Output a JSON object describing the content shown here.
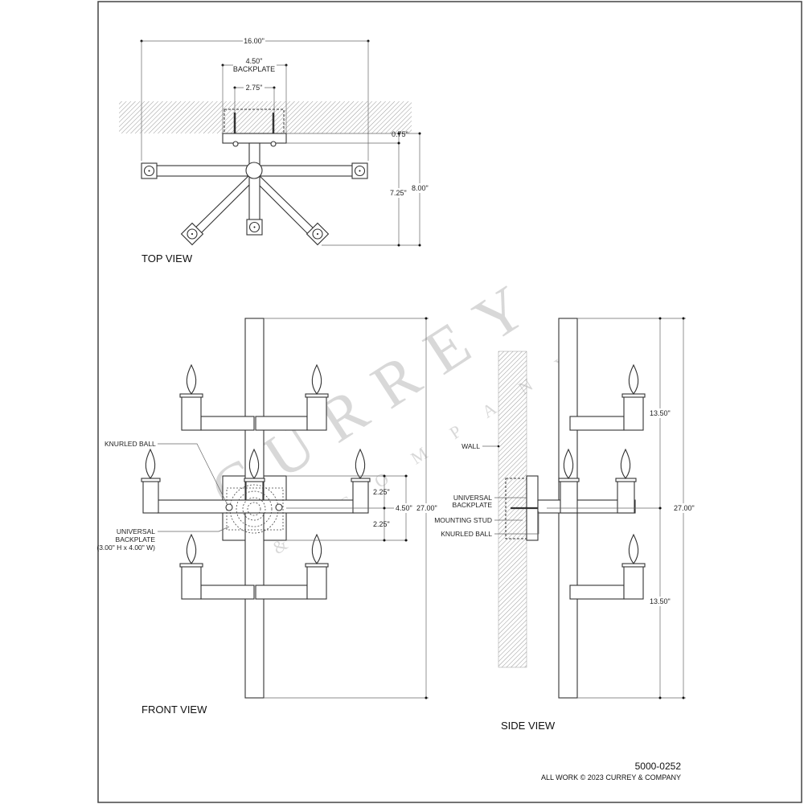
{
  "drawing": {
    "part_number": "5000-0252",
    "copyright": "ALL WORK © 2023 CURREY & COMPANY",
    "watermark": {
      "brand": "CURREY",
      "sub": "& COMPANY"
    }
  },
  "top_view": {
    "title": "TOP VIEW",
    "dims": {
      "overall_width": "16.00\"",
      "backplate_width": "4.50\"",
      "backplate_label": "BACKPLATE",
      "stud_spacing": "2.75\"",
      "backplate_depth": "0.75\"",
      "arm_projection": "7.25\"",
      "overall_depth": "8.00\""
    }
  },
  "front_view": {
    "title": "FRONT VIEW",
    "labels": {
      "knurled_ball": "KNURLED BALL",
      "universal_backplate_1": "UNIVERSAL",
      "universal_backplate_2": "BACKPLATE",
      "backplate_size": "(3.00\" H x 4.00\" W)"
    },
    "dims": {
      "upper_half": "2.25\"",
      "lower_half": "2.25\"",
      "backplate_height": "4.50\"",
      "overall_height": "27.00\""
    }
  },
  "side_view": {
    "title": "SIDE VIEW",
    "labels": {
      "wall": "WALL",
      "universal_backplate_1": "UNIVERSAL",
      "universal_backplate_2": "BACKPLATE",
      "mounting_stud": "MOUNTING STUD",
      "knurled_ball": "KNURLED BALL"
    },
    "dims": {
      "upper": "13.50\"",
      "lower": "13.50\"",
      "overall_height": "27.00\""
    }
  }
}
